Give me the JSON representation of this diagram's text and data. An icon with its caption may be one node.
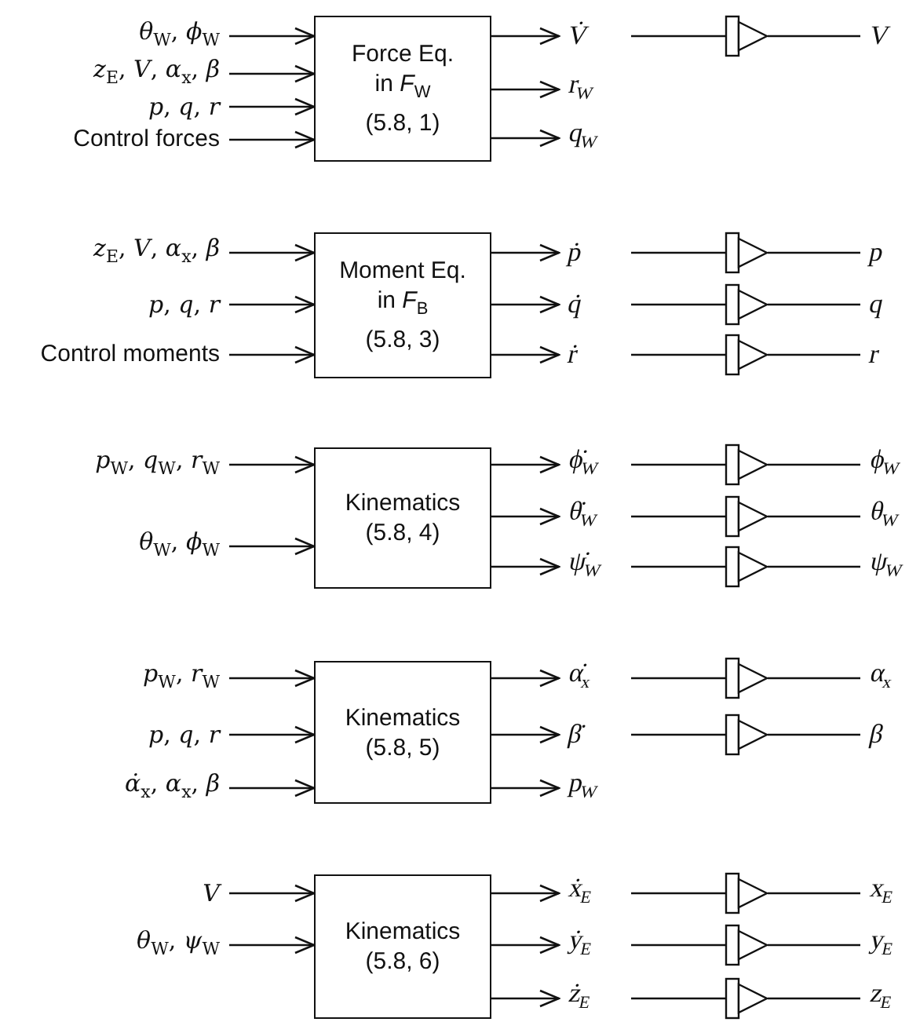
{
  "diagram": {
    "nodes": [
      {
        "text": [
          "*θ*$_{W}$, *ϕ*$_{W}$"
        ]
      },
      {
        "text": [
          "*z*$_{E}$, *V*, *α*$_{x}$, *β*"
        ]
      },
      {
        "text": [
          "*p*, *q*, *r*"
        ]
      },
      {
        "text": [
          "Control forces"
        ]
      },
      {
        "text": [
          "Force Eq.",
          "in *F*$_{W}$",
          "(5.8, 1)"
        ]
      },
      {
        "text": [
          "V̇"
        ]
      },
      {
        "text": [
          "r$_{W}$"
        ]
      },
      {
        "text": [
          "q$_{W}$"
        ]
      },
      {
        "text": [],
        "shape": "triangle"
      },
      {
        "text": [
          "V"
        ]
      },
      {
        "text": [
          "*z*$_{E}$, *V*, *α*$_{x}$, *β*"
        ]
      },
      {
        "text": [
          "*p*, *q*, *r*"
        ]
      },
      {
        "text": [
          "Control moments"
        ]
      },
      {
        "text": [
          "Moment Eq.",
          "in *F*$_{B}$",
          "(5.8, 3)"
        ]
      },
      {
        "text": [
          "ṗ"
        ]
      },
      {
        "text": [
          "q̇"
        ]
      },
      {
        "text": [
          "ṙ"
        ]
      },
      {
        "text": [],
        "shape": "triangle"
      },
      {
        "text": [],
        "shape": "triangle"
      },
      {
        "text": [],
        "shape": "triangle"
      },
      {
        "text": [
          "p"
        ]
      },
      {
        "text": [
          "q"
        ]
      },
      {
        "text": [
          "r"
        ]
      },
      {
        "text": [
          "*p*$_{W}$, *q*$_{W}$, *r*$_{W}$"
        ]
      },
      {
        "text": [
          "*θ*$_{W}$, *ϕ*$_{W}$"
        ]
      },
      {
        "text": [
          "Kinematics",
          "(5.8, 4)"
        ]
      },
      {
        "text": [
          "ϕ̇$_{W}$"
        ]
      },
      {
        "text": [
          "θ̇$_{W}$"
        ]
      },
      {
        "text": [
          "ψ̇$_{W}$"
        ]
      },
      {
        "text": [],
        "shape": "triangle"
      },
      {
        "text": [],
        "shape": "triangle"
      },
      {
        "text": [],
        "shape": "triangle"
      },
      {
        "text": [
          "ϕ$_{W}$"
        ]
      },
      {
        "text": [
          "θ$_{W}$"
        ]
      },
      {
        "text": [
          "ψ$_{W}$"
        ]
      },
      {
        "text": [
          "*p*$_{W}$, *r*$_{W}$"
        ]
      },
      {
        "text": [
          "*p*, *q*, *r*"
        ]
      },
      {
        "text": [
          "*α̇*$_{x}$, *α*$_{x}$, *β*"
        ]
      },
      {
        "text": [
          "Kinematics",
          "(5.8, 5)"
        ]
      },
      {
        "text": [
          "α̇$_{x}$"
        ]
      },
      {
        "text": [
          "β̇"
        ]
      },
      {
        "text": [
          "p$_{W}$"
        ]
      },
      {
        "text": [],
        "shape": "triangle"
      },
      {
        "text": [],
        "shape": "triangle"
      },
      {
        "text": [
          "α$_{x}$"
        ]
      },
      {
        "text": [
          "β"
        ]
      },
      {
        "text": [
          "*V*"
        ]
      },
      {
        "text": [
          "*θ*$_{W}$, *ψ*$_{W}$"
        ]
      },
      {
        "text": [
          "Kinematics",
          "(5.8, 6)"
        ]
      },
      {
        "text": [
          "ẋ$_{E}$"
        ]
      },
      {
        "text": [
          "ẏ$_{E}$"
        ]
      },
      {
        "text": [
          "ż$_{E}$"
        ]
      },
      {
        "text": [],
        "shape": "triangle"
      },
      {
        "text": [],
        "shape": "triangle"
      },
      {
        "text": [],
        "shape": "triangle"
      },
      {
        "text": [
          "x$_{E}$"
        ]
      },
      {
        "text": [
          "y$_{E}$"
        ]
      },
      {
        "text": [
          "z$_{E}$"
        ]
      }
    ],
    "edges": [
      {
        "from": 0,
        "to": 4,
        "arrow": "to"
      },
      {
        "from": 1,
        "to": 4,
        "arrow": "to"
      },
      {
        "from": 2,
        "to": 4,
        "arrow": "to"
      },
      {
        "from": 3,
        "to": 4,
        "arrow": "to"
      },
      {
        "from": 4,
        "to": 5,
        "arrow": "to"
      },
      {
        "from": 4,
        "to": 6,
        "arrow": "to"
      },
      {
        "from": 4,
        "to": 7,
        "arrow": "to"
      },
      {
        "from": 5,
        "to": 8,
        "arrow": "none"
      },
      {
        "from": 8,
        "to": 9,
        "arrow": "none"
      },
      {
        "from": 10,
        "to": 13,
        "arrow": "to"
      },
      {
        "from": 11,
        "to": 13,
        "arrow": "to"
      },
      {
        "from": 12,
        "to": 13,
        "arrow": "to"
      },
      {
        "from": 13,
        "to": 14,
        "arrow": "to"
      },
      {
        "from": 13,
        "to": 15,
        "arrow": "to"
      },
      {
        "from": 13,
        "to": 16,
        "arrow": "to"
      },
      {
        "from": 14,
        "to": 17,
        "arrow": "none"
      },
      {
        "from": 15,
        "to": 18,
        "arrow": "none"
      },
      {
        "from": 16,
        "to": 19,
        "arrow": "none"
      },
      {
        "from": 17,
        "to": 20,
        "arrow": "none"
      },
      {
        "from": 18,
        "to": 21,
        "arrow": "none"
      },
      {
        "from": 19,
        "to": 22,
        "arrow": "none"
      },
      {
        "from": 23,
        "to": 25,
        "arrow": "to"
      },
      {
        "from": 24,
        "to": 25,
        "arrow": "to"
      },
      {
        "from": 25,
        "to": 26,
        "arrow": "to"
      },
      {
        "from": 25,
        "to": 27,
        "arrow": "to"
      },
      {
        "from": 25,
        "to": 28,
        "arrow": "to"
      },
      {
        "from": 26,
        "to": 29,
        "arrow": "none"
      },
      {
        "from": 27,
        "to": 30,
        "arrow": "none"
      },
      {
        "from": 28,
        "to": 31,
        "arrow": "none"
      },
      {
        "from": 29,
        "to": 32,
        "arrow": "none"
      },
      {
        "from": 30,
        "to": 33,
        "arrow": "none"
      },
      {
        "from": 31,
        "to": 34,
        "arrow": "none"
      },
      {
        "from": 35,
        "to": 38,
        "arrow": "to"
      },
      {
        "from": 36,
        "to": 38,
        "arrow": "to"
      },
      {
        "from": 37,
        "to": 38,
        "arrow": "to"
      },
      {
        "from": 38,
        "to": 39,
        "arrow": "to"
      },
      {
        "from": 38,
        "to": 40,
        "arrow": "to"
      },
      {
        "from": 38,
        "to": 41,
        "arrow": "to"
      },
      {
        "from": 39,
        "to": 42,
        "arrow": "none"
      },
      {
        "from": 40,
        "to": 43,
        "arrow": "none"
      },
      {
        "from": 42,
        "to": 44,
        "arrow": "none"
      },
      {
        "from": 43,
        "to": 45,
        "arrow": "none"
      },
      {
        "from": 46,
        "to": 48,
        "arrow": "to"
      },
      {
        "from": 47,
        "to": 48,
        "arrow": "to"
      },
      {
        "from": 48,
        "to": 49,
        "arrow": "to"
      },
      {
        "from": 48,
        "to": 50,
        "arrow": "to"
      },
      {
        "from": 48,
        "to": 51,
        "arrow": "to"
      },
      {
        "from": 49,
        "to": 52,
        "arrow": "none"
      },
      {
        "from": 50,
        "to": 53,
        "arrow": "none"
      },
      {
        "from": 51,
        "to": 54,
        "arrow": "none"
      },
      {
        "from": 52,
        "to": 55,
        "arrow": "none"
      },
      {
        "from": 53,
        "to": 56,
        "arrow": "none"
      },
      {
        "from": 54,
        "to": 57,
        "arrow": "none"
      }
    ]
  }
}
